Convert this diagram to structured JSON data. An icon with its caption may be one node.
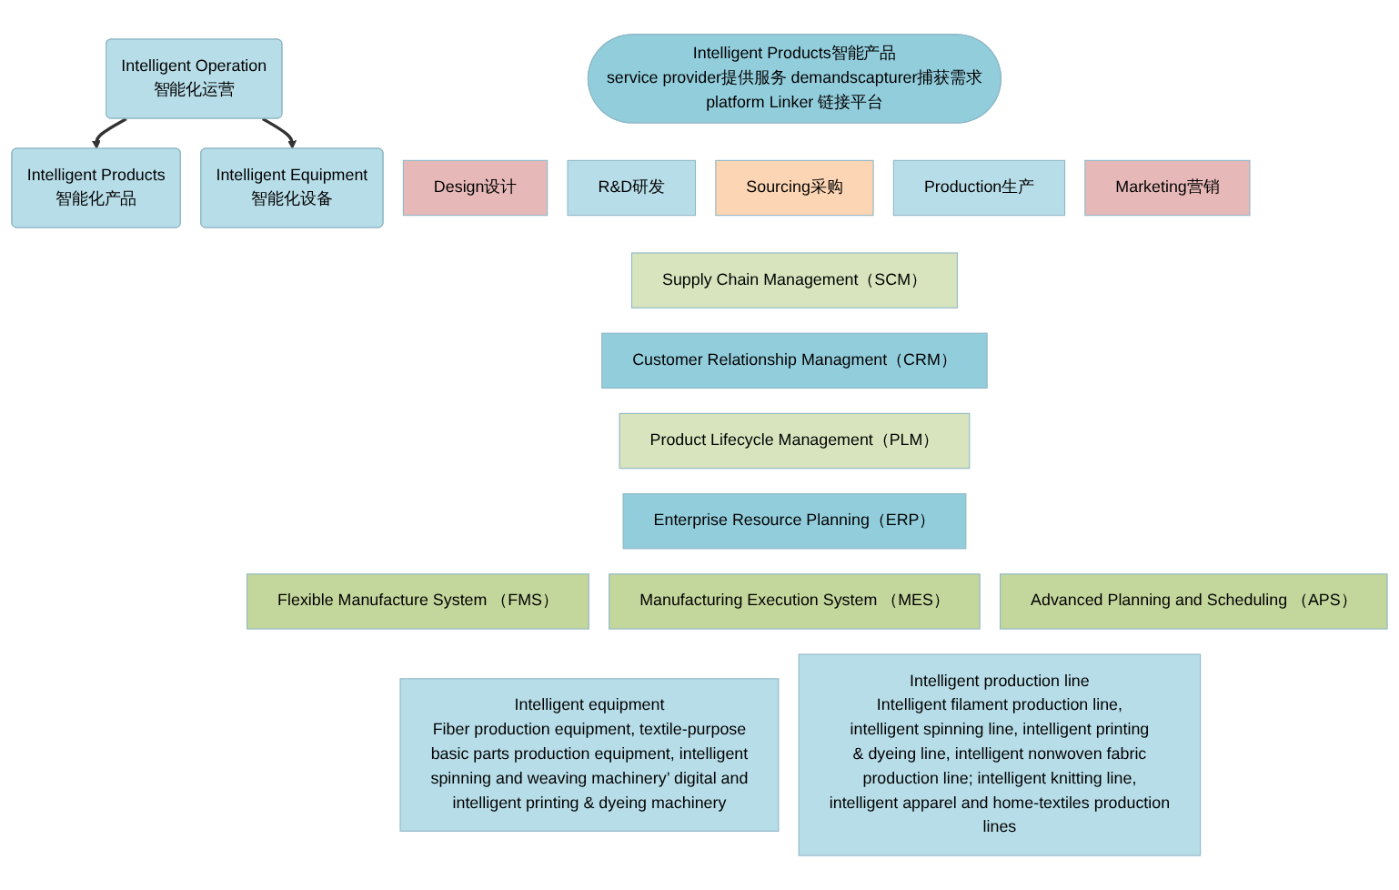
{
  "diagram": {
    "nodes": [
      {
        "text": [
          "Intelligent Products",
          "智能化产品"
        ]
      },
      {
        "text": [
          "Intelligent Operation",
          "智能化运营"
        ]
      },
      {
        "text": [
          "Intelligent Equipment",
          "智能化设备"
        ]
      },
      {
        "text": [
          "Intelligent Products智能产品",
          "service provider提供服务 demandscapturer捕获需求 platform Linker 链接平台"
        ]
      },
      {
        "text": [
          "Design设计"
        ]
      },
      {
        "text": [
          "R&D研发"
        ]
      },
      {
        "text": [
          "Sourcing采购"
        ]
      },
      {
        "text": [
          "Production生产"
        ]
      },
      {
        "text": [
          "Marketing营销"
        ]
      },
      {
        "text": [
          "Supply Chain Management（SCM）"
        ]
      },
      {
        "text": [
          "Customer Relationship Managment（CRM）"
        ]
      },
      {
        "text": [
          "Product Lifecycle Management（PLM）"
        ]
      },
      {
        "text": [
          "Enterprise Resource Planning（ERP）"
        ]
      },
      {
        "text": [
          "Flexible Manufacture System （FMS）"
        ]
      },
      {
        "text": [
          "Manufacturing Execution System （MES）"
        ]
      },
      {
        "text": [
          "Advanced Planning and Scheduling （APS）"
        ]
      },
      {
        "text": [
          "Intelligent equipment",
          "Fiber production equipment, textile-purpose basic parts production equipment, intelligent spinning and weaving machinery’ digital and intelligent printing & dyeing machinery"
        ]
      },
      {
        "text": [
          "Intelligent production line",
          "Intelligent filament production line, intelligent spinning line, intelligent printing & dyeing line, intelligent nonwoven fabric production line; intelligent knitting line, intelligent apparel and home-textiles production lines"
        ]
      }
    ],
    "edges": [
      {
        "from": 1,
        "to": 0,
        "arrow": "to"
      },
      {
        "from": 1,
        "to": 2,
        "arrow": "to"
      }
    ]
  }
}
